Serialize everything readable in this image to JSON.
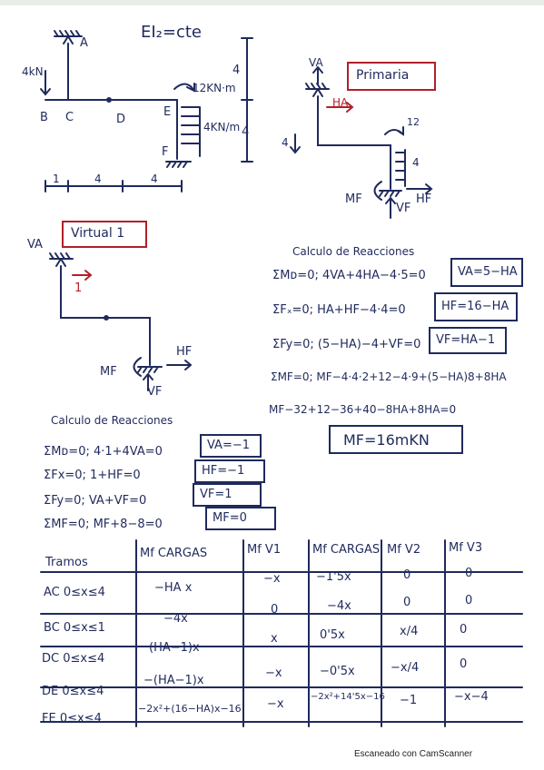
{
  "header_label": "EI₂=cte",
  "structure_labels": {
    "A": "A",
    "B": "B",
    "C": "C",
    "D": "D",
    "E": "E",
    "F": "F",
    "load_point": "4kN",
    "moment": "12KN·m",
    "dist_load": "4KN/m",
    "height": "4",
    "height2": "4",
    "dims": [
      "1",
      "4",
      "4"
    ]
  },
  "primaria": {
    "title": "Primaria",
    "VA": "VA",
    "HA": "HA",
    "twelve": "12",
    "four": "4",
    "load": "4",
    "MF": "MF",
    "HF": "HF",
    "VF": "VF"
  },
  "virtual": {
    "title": "Virtual 1",
    "VA": "VA",
    "one": "1",
    "MF": "MF",
    "HF": "HF",
    "VF": "VF"
  },
  "reacciones_primaria": {
    "title": "Calculo de Reacciones",
    "eqs": [
      "ΣMᴅ=0; 4VA+4HA−4·5=0",
      "ΣFₓ=0; HA+HF−4·4=0",
      "ΣFy=0; (5−HA)−4+VF=0",
      "ΣMF=0; MF−4·4·2+12−4·9+(5−HA)8+8HA",
      "MF−32+12−36+40−8HA+8HA=0"
    ],
    "results": [
      "VA=5−HA",
      "HF=16−HA",
      "VF=HA−1",
      "MF=16mKN"
    ]
  },
  "reacciones_virtual": {
    "title": "Calculo de Reacciones",
    "eqs": [
      "ΣMᴅ=0; 4·1+4VA=0",
      "ΣFx=0; 1+HF=0",
      "ΣFy=0; VA+VF=0",
      "ΣMF=0; MF+8−8=0"
    ],
    "results": [
      "VA=−1",
      "HF=−1",
      "VF=1",
      "MF=0"
    ]
  },
  "table": {
    "headers": [
      "Tramos",
      "Mf CARGAS",
      "Mf V1",
      "Mf CARGAS",
      "Mf V2",
      "Mf V3"
    ],
    "rows": [
      [
        "AC 0≤x≤4",
        "−HA x",
        "−x",
        "−1'5x",
        "0",
        "0"
      ],
      [
        "BC 0≤x≤1",
        "−4x",
        "0",
        "−4x",
        "0",
        "0"
      ],
      [
        "DC 0≤x≤4",
        "(HA−1)x",
        "x",
        "0'5x",
        "x/4",
        "0"
      ],
      [
        "DE 0≤x≤4",
        "−(HA−1)x",
        "−x",
        "−0'5x",
        "−x/4",
        "0"
      ],
      [
        "FE 0≤x≤4",
        "−2x²+(16−HA)x−16",
        "−x",
        "−2x²+14'5x−16",
        "−1",
        "−x−4"
      ]
    ]
  },
  "footer": "Escaneado con CamScanner"
}
